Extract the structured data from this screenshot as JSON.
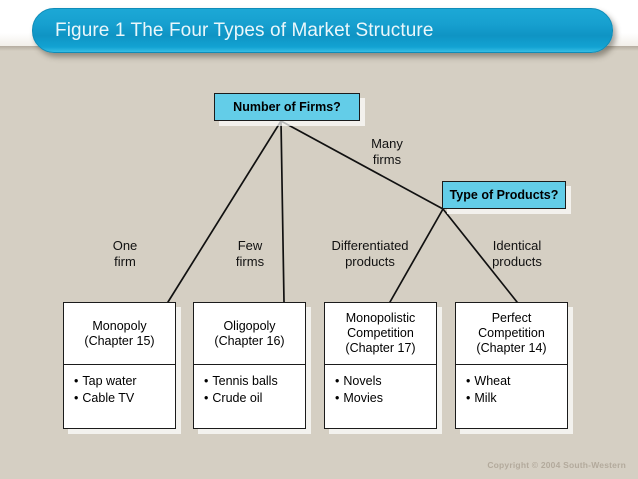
{
  "slide": {
    "title": "Figure 1 The Four Types of Market Structure",
    "copyright": "Copyright © 2004  South-Western",
    "colors": {
      "background": "#d5cfc3",
      "banner": "#12a2d2",
      "banner_text": "#eaf7fb",
      "decision_box": "#63cde8",
      "outcome_box": "#ffffff",
      "line": "#111111"
    }
  },
  "decisions": [
    {
      "id": "number-of-firms",
      "label": "Number of Firms?"
    },
    {
      "id": "type-of-products",
      "label": "Type of Products?"
    }
  ],
  "branch_labels": [
    {
      "id": "many-firms",
      "line1": "Many",
      "line2": "firms"
    },
    {
      "id": "one-firm",
      "line1": "One",
      "line2": "firm"
    },
    {
      "id": "few-firms",
      "line1": "Few",
      "line2": "firms"
    },
    {
      "id": "differentiated-products",
      "line1": "Differentiated",
      "line2": "products"
    },
    {
      "id": "identical-products",
      "line1": "Identical",
      "line2": "products"
    }
  ],
  "outcomes": [
    {
      "id": "monopoly",
      "title_line1": "Monopoly",
      "title_line2": "",
      "chapter": "(Chapter 15)",
      "examples": [
        "Tap water",
        "Cable TV"
      ]
    },
    {
      "id": "oligopoly",
      "title_line1": "Oligopoly",
      "title_line2": "",
      "chapter": "(Chapter 16)",
      "examples": [
        "Tennis balls",
        "Crude oil"
      ]
    },
    {
      "id": "monopolistic-competition",
      "title_line1": "Monopolistic",
      "title_line2": "Competition",
      "chapter": "(Chapter 17)",
      "examples": [
        "Novels",
        "Movies"
      ]
    },
    {
      "id": "perfect-competition",
      "title_line1": "Perfect",
      "title_line2": "Competition",
      "chapter": "(Chapter 14)",
      "examples": [
        "Wheat",
        "Milk"
      ]
    }
  ]
}
